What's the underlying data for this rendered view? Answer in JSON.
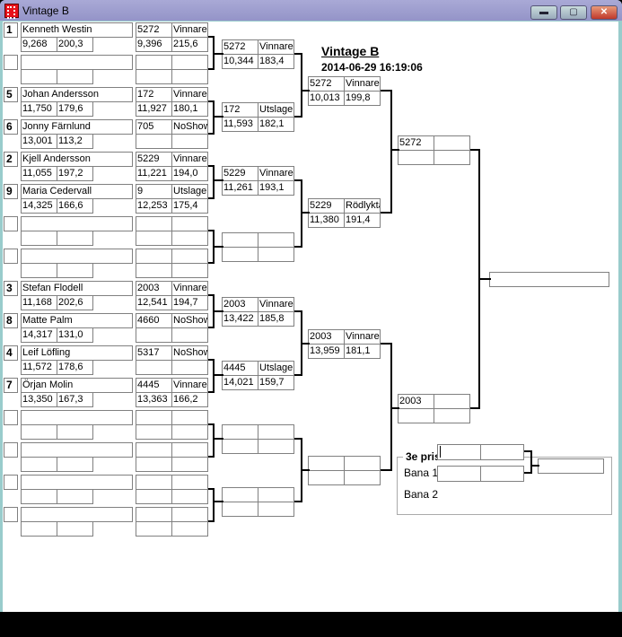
{
  "window": {
    "title": "Vintage B",
    "buttons": {
      "minimize": "▬",
      "maximize": "▢",
      "close": "✕"
    }
  },
  "header": {
    "title": "Vintage B",
    "date": "2014-06-29 16:19:06"
  },
  "round1": [
    {
      "seed": "1",
      "name": "Kenneth Westin",
      "time": "9,268",
      "speed": "200,3",
      "num": "5272",
      "status": "Vinnare",
      "rtime": "9,396",
      "rspeed": "215,6"
    },
    {
      "seed": "",
      "name": "",
      "time": "",
      "speed": "",
      "num": "",
      "status": "",
      "rtime": "",
      "rspeed": ""
    },
    {
      "seed": "5",
      "name": "Johan Andersson",
      "time": "11,750",
      "speed": "179,6",
      "num": "172",
      "status": "Vinnare",
      "rtime": "11,927",
      "rspeed": "180,1"
    },
    {
      "seed": "6",
      "name": "Jonny Färnlund",
      "time": "13,001",
      "speed": "113,2",
      "num": "705",
      "status": "NoShow",
      "rtime": "",
      "rspeed": ""
    },
    {
      "seed": "2",
      "name": "Kjell Andersson",
      "time": "11,055",
      "speed": "197,2",
      "num": "5229",
      "status": "Vinnare",
      "rtime": "11,221",
      "rspeed": "194,0"
    },
    {
      "seed": "9",
      "name": "Maria Cedervall",
      "time": "14,325",
      "speed": "166,6",
      "num": "9",
      "status": "Utslagen",
      "rtime": "12,253",
      "rspeed": "175,4"
    },
    {
      "seed": "",
      "name": "",
      "time": "",
      "speed": "",
      "num": "",
      "status": "",
      "rtime": "",
      "rspeed": ""
    },
    {
      "seed": "",
      "name": "",
      "time": "",
      "speed": "",
      "num": "",
      "status": "",
      "rtime": "",
      "rspeed": ""
    },
    {
      "seed": "3",
      "name": "Stefan Flodell",
      "time": "11,168",
      "speed": "202,6",
      "num": "2003",
      "status": "Vinnare",
      "rtime": "12,541",
      "rspeed": "194,7"
    },
    {
      "seed": "8",
      "name": "Matte Palm",
      "time": "14,317",
      "speed": "131,0",
      "num": "4660",
      "status": "NoShow",
      "rtime": "",
      "rspeed": ""
    },
    {
      "seed": "4",
      "name": "Leif Löfling",
      "time": "11,572",
      "speed": "178,6",
      "num": "5317",
      "status": "NoShow",
      "rtime": "",
      "rspeed": ""
    },
    {
      "seed": "7",
      "name": "Örjan Molin",
      "time": "13,350",
      "speed": "167,3",
      "num": "4445",
      "status": "Vinnare",
      "rtime": "13,363",
      "rspeed": "166,2"
    },
    {
      "seed": "",
      "name": "",
      "time": "",
      "speed": "",
      "num": "",
      "status": "",
      "rtime": "",
      "rspeed": ""
    },
    {
      "seed": "",
      "name": "",
      "time": "",
      "speed": "",
      "num": "",
      "status": "",
      "rtime": "",
      "rspeed": ""
    },
    {
      "seed": "",
      "name": "",
      "time": "",
      "speed": "",
      "num": "",
      "status": "",
      "rtime": "",
      "rspeed": ""
    },
    {
      "seed": "",
      "name": "",
      "time": "",
      "speed": "",
      "num": "",
      "status": "",
      "rtime": "",
      "rspeed": ""
    }
  ],
  "round2": [
    {
      "num": "5272",
      "status": "Vinnare",
      "time": "10,344",
      "speed": "183,4"
    },
    {
      "num": "172",
      "status": "Utslagen",
      "time": "11,593",
      "speed": "182,1"
    },
    {
      "num": "5229",
      "status": "Vinnare",
      "time": "11,261",
      "speed": "193,1"
    },
    {
      "num": "",
      "status": "",
      "time": "",
      "speed": ""
    },
    {
      "num": "2003",
      "status": "Vinnare",
      "time": "13,422",
      "speed": "185,8"
    },
    {
      "num": "4445",
      "status": "Utslagen",
      "time": "14,021",
      "speed": "159,7"
    },
    {
      "num": "",
      "status": "",
      "time": "",
      "speed": ""
    },
    {
      "num": "",
      "status": "",
      "time": "",
      "speed": ""
    }
  ],
  "round3": [
    {
      "num": "5272",
      "status": "Vinnare",
      "time": "10,013",
      "speed": "199,8"
    },
    {
      "num": "5229",
      "status": "Rödlykta",
      "time": "11,380",
      "speed": "191,4"
    },
    {
      "num": "2003",
      "status": "Vinnare",
      "time": "13,959",
      "speed": "181,1"
    },
    {
      "num": "",
      "status": "",
      "time": "",
      "speed": ""
    }
  ],
  "round4": [
    {
      "num": "5272",
      "status": "",
      "time": "",
      "speed": ""
    },
    {
      "num": "2003",
      "status": "",
      "time": "",
      "speed": ""
    }
  ],
  "final": {
    "winner": ""
  },
  "third": {
    "title": "3e pris",
    "bana1_label": "Bana 1",
    "bana2_label": "Bana 2",
    "bana1": [
      "",
      ""
    ],
    "bana2": [
      "",
      ""
    ],
    "winner": ""
  }
}
